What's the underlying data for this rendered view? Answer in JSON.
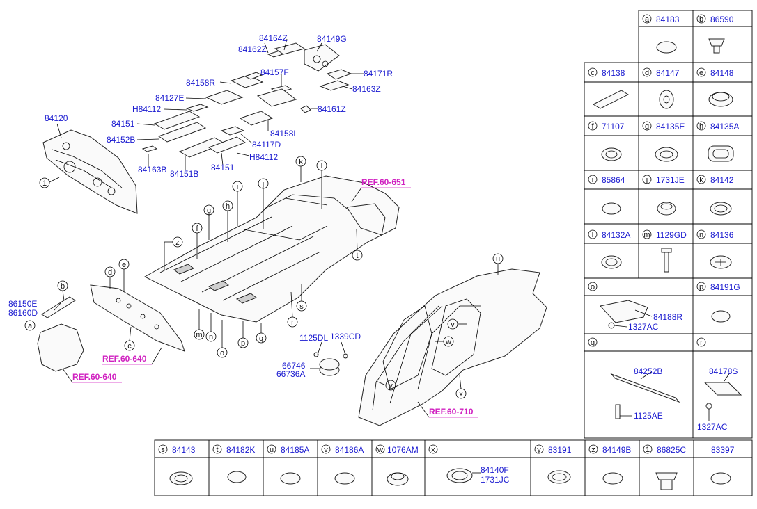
{
  "parts": [
    {
      "id": "p84120",
      "label": "84120"
    },
    {
      "id": "p84164Z",
      "label": "84164Z"
    },
    {
      "id": "p84149G",
      "label": "84149G"
    },
    {
      "id": "p84162Z",
      "label": "84162Z"
    },
    {
      "id": "p84157F",
      "label": "84157F"
    },
    {
      "id": "p84171R",
      "label": "84171R"
    },
    {
      "id": "p84158R",
      "label": "84158R"
    },
    {
      "id": "p84163Z",
      "label": "84163Z"
    },
    {
      "id": "p84127E",
      "label": "84127E"
    },
    {
      "id": "pH84112a",
      "label": "H84112"
    },
    {
      "id": "p84161Z",
      "label": "84161Z"
    },
    {
      "id": "p84151a",
      "label": "84151"
    },
    {
      "id": "p84158L",
      "label": "84158L"
    },
    {
      "id": "p84152B",
      "label": "84152B"
    },
    {
      "id": "p84117D",
      "label": "84117D"
    },
    {
      "id": "pH84112b",
      "label": "H84112"
    },
    {
      "id": "p84163B",
      "label": "84163B"
    },
    {
      "id": "p84151B",
      "label": "84151B"
    },
    {
      "id": "p84151b",
      "label": "84151"
    },
    {
      "id": "p86150E",
      "label": "86150E"
    },
    {
      "id": "p86160D",
      "label": "86160D"
    },
    {
      "id": "p1125DL",
      "label": "1125DL"
    },
    {
      "id": "p1339CD",
      "label": "1339CD"
    },
    {
      "id": "p66746",
      "label": "66746"
    },
    {
      "id": "p66736A",
      "label": "66736A"
    }
  ],
  "refs": [
    {
      "id": "r1",
      "label": "REF.60-651"
    },
    {
      "id": "r2",
      "label": "REF.60-640"
    },
    {
      "id": "r3",
      "label": "REF.60-640"
    },
    {
      "id": "r4",
      "label": "REF.60-710"
    }
  ],
  "callouts": [
    "a",
    "b",
    "c",
    "d",
    "e",
    "f",
    "g",
    "h",
    "i",
    "j",
    "k",
    "l",
    "m",
    "n",
    "o",
    "p",
    "q",
    "r",
    "s",
    "t",
    "u",
    "v",
    "w",
    "x",
    "y",
    "z",
    "1"
  ],
  "legend": {
    "row1": [
      {
        "letter": "a",
        "part": "84183"
      },
      {
        "letter": "b",
        "part": "86590"
      }
    ],
    "row2": [
      {
        "letter": "c",
        "part": "84138"
      },
      {
        "letter": "d",
        "part": "84147"
      },
      {
        "letter": "e",
        "part": "84148"
      }
    ],
    "row3": [
      {
        "letter": "f",
        "part": "71107"
      },
      {
        "letter": "g",
        "part": "84135E"
      },
      {
        "letter": "h",
        "part": "84135A"
      }
    ],
    "row4": [
      {
        "letter": "i",
        "part": "85864"
      },
      {
        "letter": "j",
        "part": "1731JE"
      },
      {
        "letter": "k",
        "part": "84142"
      }
    ],
    "row5": [
      {
        "letter": "l",
        "part": "84132A"
      },
      {
        "letter": "m",
        "part": "1129GD"
      },
      {
        "letter": "n",
        "part": "84136"
      }
    ],
    "row6": [
      {
        "letter": "o",
        "part": ""
      },
      {
        "letter": "p",
        "part": "84191G"
      }
    ],
    "row6_sub": [
      "84188R",
      "1327AC"
    ],
    "row7": [
      {
        "letter": "q",
        "part": ""
      },
      {
        "letter": "r",
        "part": ""
      }
    ],
    "row7_sub": [
      "84252B",
      "1125AE",
      "84178S",
      "1327AC"
    ],
    "bottom": [
      {
        "letter": "s",
        "part": "84143"
      },
      {
        "letter": "t",
        "part": "84182K"
      },
      {
        "letter": "u",
        "part": "84185A"
      },
      {
        "letter": "v",
        "part": "84186A"
      },
      {
        "letter": "w",
        "part": "1076AM"
      },
      {
        "letter": "x",
        "part": ""
      },
      {
        "letter": "y",
        "part": "83191"
      },
      {
        "letter": "z",
        "part": "84149B"
      },
      {
        "letter": "1",
        "part": "86825C"
      },
      {
        "letter": "",
        "part": "83397"
      }
    ],
    "bottom_x_sub": [
      "84140F",
      "1731JC"
    ]
  }
}
